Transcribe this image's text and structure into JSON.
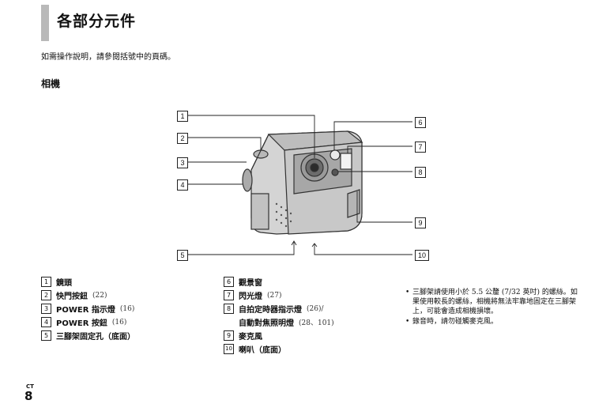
{
  "header": {
    "title": "各部分元件"
  },
  "intro": "如需操作說明，請參閱括號中的頁碼。",
  "section_title": "相機",
  "callouts": [
    "1",
    "2",
    "3",
    "4",
    "5",
    "6",
    "7",
    "8",
    "9",
    "10"
  ],
  "parts_left": [
    {
      "num": "1",
      "label": "鏡頭",
      "page": ""
    },
    {
      "num": "2",
      "label": "快門按鈕",
      "page": "(22)"
    },
    {
      "num": "3",
      "label": "POWER 指示燈",
      "page": "(16)"
    },
    {
      "num": "4",
      "label": "POWER 按鈕",
      "page": "(16)"
    },
    {
      "num": "5",
      "label": "三腳架固定孔（底面）",
      "page": ""
    }
  ],
  "parts_right": [
    {
      "num": "6",
      "label": "觀景窗",
      "page": ""
    },
    {
      "num": "7",
      "label": "閃光燈",
      "page": "(27)"
    },
    {
      "num": "8",
      "label": "自拍定時器指示燈",
      "page": "(26)/"
    },
    {
      "num": "",
      "label": "自動對焦照明燈",
      "page": "(28、101)"
    },
    {
      "num": "9",
      "label": "麥克風",
      "page": ""
    },
    {
      "num": "10",
      "label": "喇叭（底面）",
      "page": ""
    }
  ],
  "notes": [
    "三腳架請使用小於 5.5 公釐 (7/32 英吋) 的螺絲。如果使用較長的螺絲，相機將無法牢靠地固定在三腳架上，可能會造成相機損壞。",
    "錄音時，請勿碰觸麥克風。"
  ],
  "footer": {
    "code": "CT",
    "page": "8"
  }
}
